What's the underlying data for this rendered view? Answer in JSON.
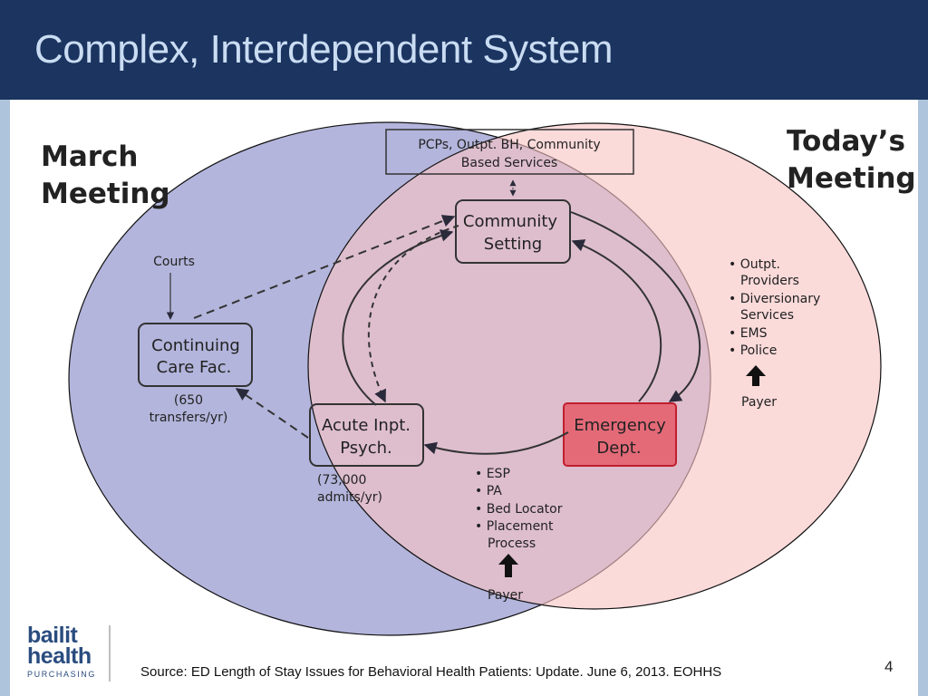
{
  "slide": {
    "title": "Complex, Interdependent System",
    "source": "Source: ED Length of Stay Issues for Behavioral Health Patients: Update.  June 6, 2013.  EOHHS",
    "page_number": "4"
  },
  "logo": {
    "line1": "bailit",
    "line2": "health",
    "line3": "PURCHASING"
  },
  "diagram": {
    "left_circle_label": [
      "March",
      "Meeting"
    ],
    "right_circle_label": [
      "Today’s",
      "Meeting"
    ],
    "top_box": [
      "PCPs, Outpt. BH, Community",
      "Based Services"
    ],
    "community": [
      "Community",
      "Setting"
    ],
    "continuing_care": [
      "Continuing",
      "Care Fac."
    ],
    "acute_psych": [
      "Acute Inpt.",
      "Psych."
    ],
    "emergency": [
      "Emergency",
      "Dept."
    ],
    "courts": "Courts",
    "cc_note": [
      "(650",
      "transfers/yr)"
    ],
    "psych_note": [
      "(73,000",
      "admits/yr)"
    ],
    "right_bullets": [
      "• Outpt.",
      "Providers",
      "• Diversionary",
      "Services",
      "• EMS",
      "• Police"
    ],
    "right_payer": "Payer",
    "bottom_bullets": [
      "• ESP",
      "• PA",
      "• Bed Locator",
      "• Placement",
      "Process"
    ],
    "bottom_payer": "Payer"
  },
  "colors": {
    "header_bg": "#1b3460",
    "left_circle": "#b3b5dc",
    "right_circle": "#f8c4c4",
    "meeting_label": "#e8202a",
    "emergency_fill": "#e46a78"
  }
}
